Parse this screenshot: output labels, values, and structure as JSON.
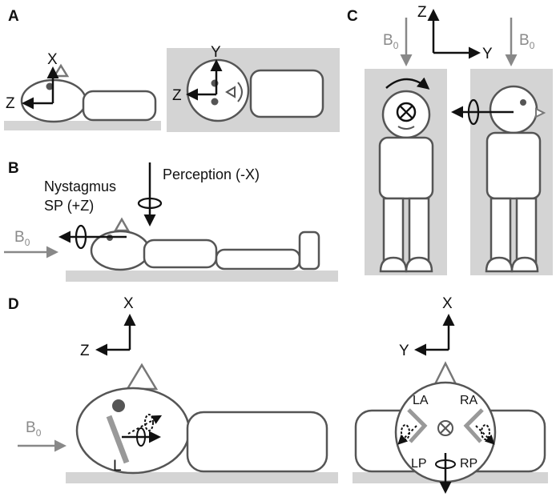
{
  "panels": {
    "a": "A",
    "b": "B",
    "c": "C",
    "d": "D"
  },
  "axes": {
    "x": "X",
    "y": "Y",
    "z": "Z"
  },
  "b0": {
    "main": "B",
    "sub": "0"
  },
  "panel_b": {
    "nystagmus_line1": "Nystagmus",
    "nystagmus_line2": "SP (+Z)",
    "perception": "Perception (-X)"
  },
  "panel_d": {
    "lateral_canal": "L",
    "left_anterior": "LA",
    "right_anterior": "RA",
    "left_posterior": "LP",
    "right_posterior": "RP"
  },
  "colors": {
    "background_block": "#d4d4d4",
    "outline": "#555555",
    "field_arrow": "#888888",
    "dark": "#111111"
  }
}
